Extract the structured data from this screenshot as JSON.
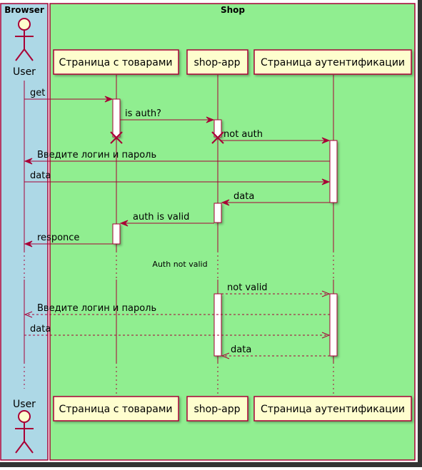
{
  "groups": {
    "browser": {
      "title": "Browser",
      "fill": "#ADD8E6"
    },
    "shop": {
      "title": "Shop",
      "fill": "#90EE90"
    }
  },
  "participants": {
    "user": "User",
    "products": "Страница с товарами",
    "shop_app": "shop-app",
    "auth_page": "Страница аутентификации"
  },
  "messages": {
    "get": "get",
    "is_auth": "is auth?",
    "not_auth": "not auth",
    "enter_login_1": "Введите логин и пароль",
    "data_1": "data",
    "data_2": "data",
    "auth_valid": "auth is valid",
    "response": "responce",
    "divider": "Auth not valid",
    "not_valid": "not valid",
    "enter_login_2": "Введите логин и пароль",
    "data_3": "data",
    "data_4": "data"
  },
  "colors": {
    "arrow": "#A80036",
    "box_fill": "#FEFECE",
    "actor_fill": "#FEFECE",
    "lifeline": "#A80036",
    "frame_border": "#A80036",
    "page_border": "#333333"
  }
}
